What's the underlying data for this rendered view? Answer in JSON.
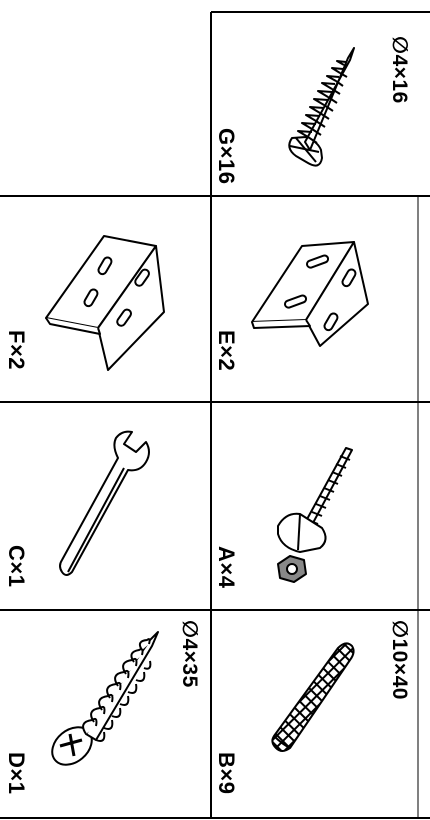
{
  "parts": [
    {
      "id": "G",
      "code": "G×16",
      "size": "∅4×16",
      "item": "wood-screw-small"
    },
    {
      "id": "F",
      "code": "F×2",
      "size": "",
      "item": "angle-bracket"
    },
    {
      "id": "E",
      "code": "E×2",
      "size": "",
      "item": "angle-bracket"
    },
    {
      "id": "C",
      "code": "C×1",
      "size": "",
      "item": "wrench"
    },
    {
      "id": "A",
      "code": "A×4",
      "size": "",
      "item": "t-bolt-with-nut"
    },
    {
      "id": "D",
      "code": "D×1",
      "size": "∅4×35",
      "item": "wood-screw-large"
    },
    {
      "id": "B",
      "code": "B×9",
      "size": "∅10×40",
      "item": "wall-anchor"
    }
  ],
  "colors": {
    "line": "#000000",
    "paper": "#ffffff",
    "nut_fill": "#888888"
  }
}
